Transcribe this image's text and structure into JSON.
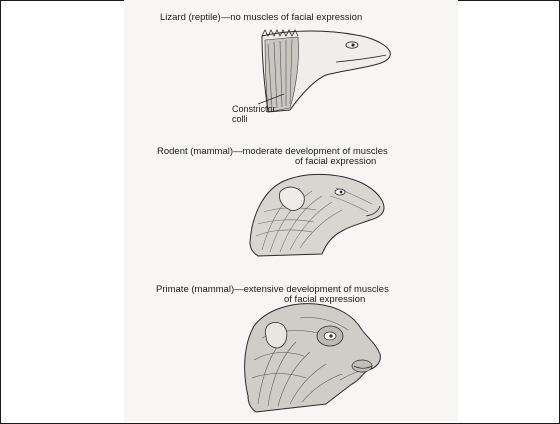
{
  "figure": {
    "panels": [
      {
        "caption": "Lizard (reptile)—no muscles of facial expression",
        "callout": {
          "line1": "Constrictor",
          "line2": "colli"
        }
      },
      {
        "caption_line1": "Rodent (mammal)—moderate development of muscles",
        "caption_line2": "of facial expression"
      },
      {
        "caption_line1": "Primate (mammal)—extensive development of muscles",
        "caption_line2": "of facial expression"
      }
    ]
  },
  "colors": {
    "ink": "#1c1c1c",
    "paper": "#f7f6f4",
    "frame": "#1a1a1a"
  }
}
